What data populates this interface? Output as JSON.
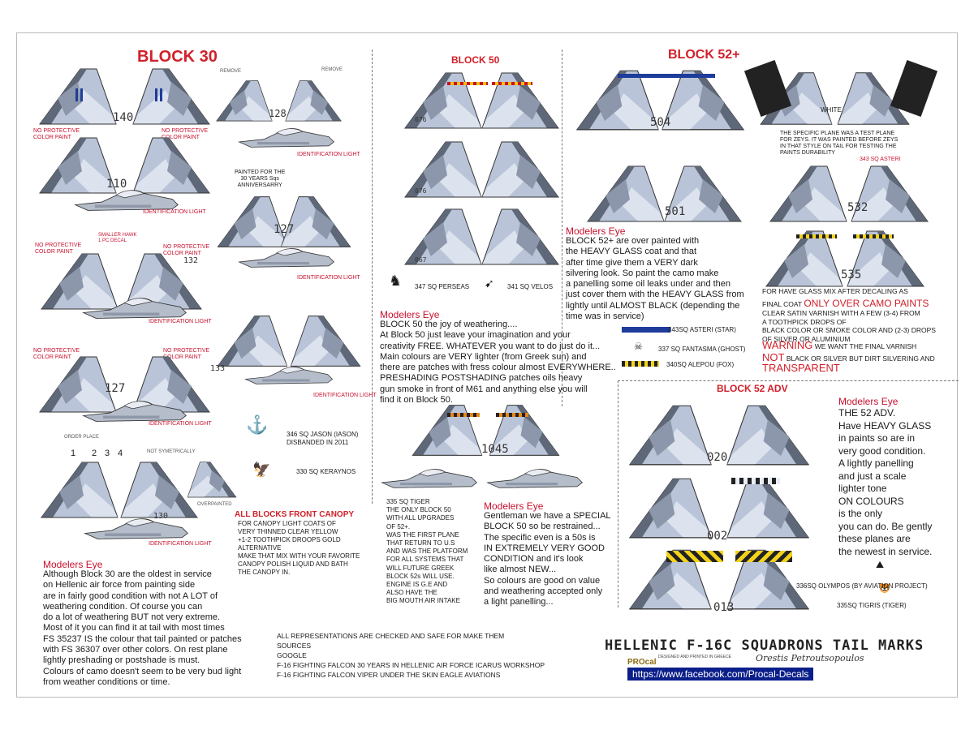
{
  "title": "HELLENIC F-16C SQUADRONS TAIL MARKS",
  "credits": {
    "designed": "DESIGNED AND PRINTED IN GREECE",
    "brand": "PROcal",
    "author": "Orestis Petroutsopoulos",
    "link": "https://www.facebook.com/Procal-Decals"
  },
  "block30": {
    "heading": "BLOCK 30",
    "remove": "REMOVE",
    "no_protective": "NO PROTECTIVE\nCOLOR PAINT",
    "identification": "IDENTIFICATION LIGHT",
    "smaller_hawk": "SMALLER HAWK\n1 PC DECAL",
    "anniversary": "PAINTED FOR THE\n30 YEARS Sqs\nANNIVERSARRY",
    "order_place": "ORDER PLACE",
    "order_nums": [
      "1",
      "2",
      "3",
      "4"
    ],
    "not_symmetrically": "NOT SYMETRICALLY",
    "overpainted": "OVERPAINTED",
    "serials": [
      "140",
      "128",
      "110",
      "132",
      "127",
      "133",
      "130"
    ],
    "sq346": "346 SQ JASON (IASON)\nDISBANDED IN 2011",
    "sq330": "330 SQ KERAYNOS"
  },
  "front_canopy": {
    "heading": "ALL BLOCKS FRONT CANOPY",
    "text": "FOR CANOPY LIGHT COATS OF\nVERY THINNED CLEAR YELLOW\n+1-2 TOOTHPICK DROOPS GOLD\nALTERNATIVE\nMAKE THAT MIX WITH YOUR FAVORITE\nCANOPY POLISH LIQUID AND BATH\nTHE CANOPY IN."
  },
  "modelers30": {
    "heading": "Modelers Eye",
    "text": "Although Block 30 are the oldest in service\non Hellenic air force from painting  side\nare in fairly good condition with not A LOT of\nweathering condition. Of course you can\ndo a lot of weathering BUT not very extreme.\nMost of it you can find it at tail with most times\nFS 35237 IS the colour that tail painted or patches\nwith FS 36307 over other colors. On rest plane\nlightly preshading or postshade is must.\nColours of camo doesn't seem to be very bud light\nfrom weather conditions or time."
  },
  "block50": {
    "heading": "BLOCK 50",
    "serials": [
      "076",
      "067",
      "1045"
    ],
    "sq347": "347 SQ PERSEAS",
    "sq341": "341 SQ VELOS",
    "sq335": "335 SQ TIGER\nTHE ONLY BLOCK 50\nWITH ALL UPGRADES\nOF 52+.\nWAS THE FIRST PLANE\nTHAT RETURN TO U.S\nAND WAS THE PLATFORM\nFOR ALL SYSTEMS THAT\nWILL FUTURE GREEK\nBLOCK 52s WILL USE.\nENGINE IS G.E AND\nALSO HAVE THE\nBIG MOUTH AIR INTAKE",
    "modelers_heading": "Modelers Eye",
    "modelers_text": "BLOCK 50 the joy of weathering....\nAt Block 50 just leave your imagination and your\ncreativity FREE. WHATEVER you want to do just do it...\nMain colours are VERY lighter (from Greek sun) and\nthere are patches with fress colour almost EVERYWHERE..\nPRESHADING POSTSHADING patches oils heavy\ngun smoke in front of M61 and anything else you will\nfind it on Block 50.",
    "modelers2_heading": "Modelers Eye",
    "modelers2_text": "Gentleman we have a SPECIAL\nBLOCK 50 so be restrained...\nThe specific even is a 50s is\nIN EXTREMELY VERY GOOD\nCONDITION and it's look\nlike almost NEW...\nSo colours are good on value\nand weathering accepted only\na light panelling..."
  },
  "block52plus": {
    "heading": "BLOCK 52+",
    "white": "WHITE",
    "serials": [
      "504",
      "501",
      "532",
      "535"
    ],
    "test_note": "THE SPECIFIC PLANE WAS A TEST PLANE\nFOR ZEYS. IT WAS PAINTED BEFORE ZEYS\nIN THAT STYLE ON TAIL FOR TESTING THE\nPAINTS DURABILITY",
    "test_sq": "343 SQ ASTERI",
    "modelers_heading": "Modelers Eye",
    "modelers_text": "BLOCK 52+ are over painted with\nthe HEAVY GLASS coat and that\nafter time give them a VERY dark\nsilvering look. So paint the camo make\na panelling some oil leaks under and then\njust cover them with the HEAVY GLASS from\nlightly until ALMOST BLACK (depending the\ntime was in service)",
    "sq343": "343SQ ASTERI (STAR)",
    "sq337": "337 SQ FANTASMA (GHOST)",
    "sq340": "340SQ ALEPOU (FOX)",
    "glass_intro": "FOR HAVE GLASS MIX AFTER DECALING AS",
    "glass_final_small": "FINAL COAT ",
    "glass_final_big": "ONLY OVER CAMO PAINTS",
    "glass_body": "CLEAR SATIN VARNISH  WITH A FEW (3-4) FROM\nA TOOTHPICK DROPS OF\nBLACK COLOR OR SMOKE COLOR AND (2-3) DROPS\nOF SILVER OR ALUMINIUM",
    "warning_big": "WARNING",
    "warning_small": " WE WANT THE FINAL VARNISH",
    "not_big": "NOT",
    "not_small": " BLACK OR SILVER BUT DIRT SILVERING AND",
    "transparent": "TRANSPARENT"
  },
  "block52adv": {
    "heading": "BLOCK 52 ADV",
    "serials": [
      "020",
      "002",
      "013"
    ],
    "modelers_heading": "Modelers Eye",
    "modelers_text": "THE 52 ADV.\nHave HEAVY GLASS\nin paints so are in\nvery good condition.\nA lightly panelling\nand just a scale\nlighter tone\n ON COLOURS\n is the only\nyou can do. Be gently\nthese planes are\nthe newest in service.",
    "sq336": "336SQ OLYMPOS (BY AVIATION PROJECT)",
    "sq335": "335SQ TIGRIS (TIGER)"
  },
  "sources": {
    "check": "ALL REPRESENTATIONS ARE CHECKED AND SAFE FOR MAKE THEM",
    "heading": "SOURCES",
    "list": [
      "GOOGLE",
      "F-16 FIGHTING FALCON 30 YEARS IN HELLENIC AIR FORCE ICARUS WORKSHOP",
      "F-16 FIGHTING FALCON VIPER UNDER THE SKIN EAGLE AVIATIONS"
    ]
  },
  "colors": {
    "accent_red": "#d2202a",
    "greek_blue": "#1e3c9a",
    "camo_light": "#b7c2d6",
    "camo_dark": "#6c7688",
    "link_bg": "#0b1f8a"
  }
}
